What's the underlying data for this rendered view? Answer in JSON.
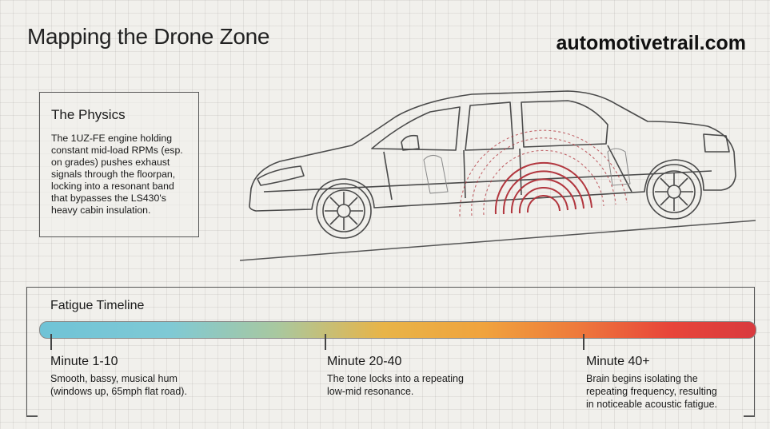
{
  "header": {
    "title": "Mapping the Drone Zone",
    "site": "automotivetrail.com"
  },
  "physics": {
    "heading": "The Physics",
    "lines": [
      "The 1UZ-FE engine holding",
      "constant mid-load RPMs (esp.",
      "on grades) pushes exhaust",
      "signals through the floorpan,",
      "locking into a resonant band",
      "that bypasses the LS430's",
      "heavy cabin insulation."
    ]
  },
  "timeline": {
    "title": "Fatigue Timeline",
    "phases": [
      {
        "label": "Minute 1-10",
        "lines": [
          "Smooth, bassy, musical hum",
          "(windows up, 65mph flat road)."
        ]
      },
      {
        "label": "Minute 20-40",
        "lines": [
          "The tone locks into a repeating",
          "low-mid resonance."
        ]
      },
      {
        "label": "Minute 40+",
        "lines": [
          "Brain begins isolating the",
          "repeating frequency, resulting",
          "in noticeable acoustic fatigue."
        ]
      }
    ]
  },
  "colors": {
    "wave": "#b2373f",
    "bar_start": "#6fc3d6",
    "bar_end": "#d93a3e"
  }
}
